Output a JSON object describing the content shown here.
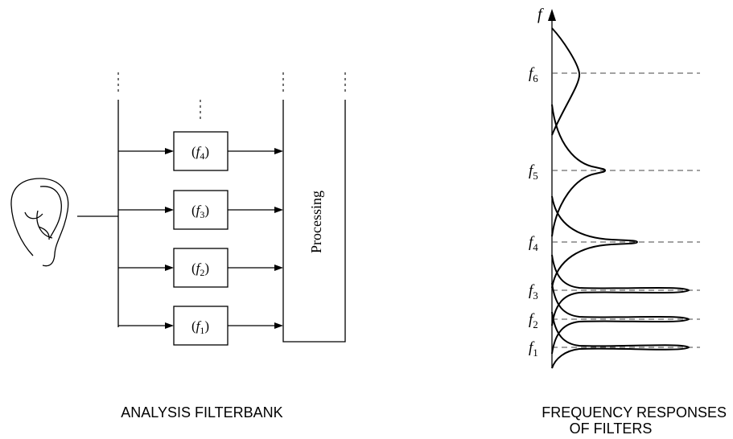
{
  "left_diagram": {
    "caption": "ANALYSIS FILTERBANK",
    "processing_label": "Processing",
    "filters": [
      {
        "open": "(",
        "var": "f",
        "sub": "4",
        "close": ")"
      },
      {
        "open": "(",
        "var": "f",
        "sub": "3",
        "close": ")"
      },
      {
        "open": "(",
        "var": "f",
        "sub": "2",
        "close": ")"
      },
      {
        "open": "(",
        "var": "f",
        "sub": "1",
        "close": ")"
      }
    ]
  },
  "right_diagram": {
    "caption_line1": "FREQUENCY RESPONSES",
    "caption_line2": "OF FILTERS",
    "axis_label": "f",
    "freq_labels": [
      {
        "var": "f",
        "sub": "6"
      },
      {
        "var": "f",
        "sub": "5"
      },
      {
        "var": "f",
        "sub": "4"
      },
      {
        "var": "f",
        "sub": "3"
      },
      {
        "var": "f",
        "sub": "2"
      },
      {
        "var": "f",
        "sub": "1"
      }
    ]
  }
}
